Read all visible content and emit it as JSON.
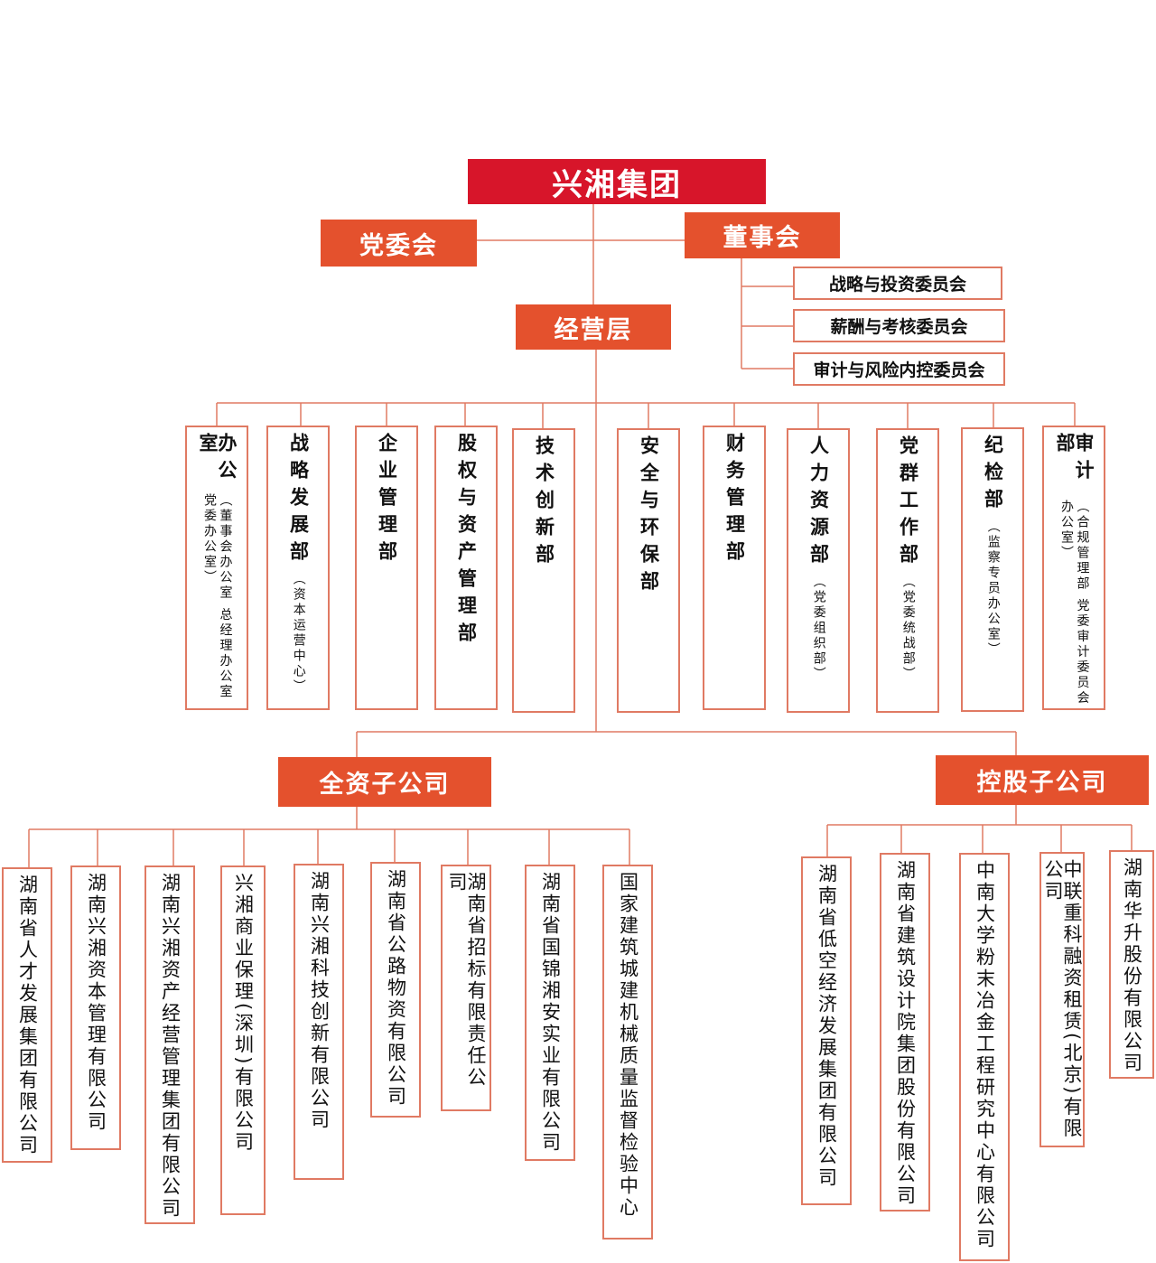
{
  "top": "兴湘集团",
  "party_committee": "党委会",
  "board": "董事会",
  "committees": [
    "战略与投资委员会",
    "薪酬与考核委员会",
    "审计与风险内控委员会"
  ],
  "management": "经营层",
  "departments": [
    {
      "name": "办公室",
      "sub": "（董事会办公室 总经理办公室 党委办公室）"
    },
    {
      "name": "战略发展部",
      "sub": "（资本运营中心）"
    },
    {
      "name": "企业管理部",
      "sub": ""
    },
    {
      "name": "股权与资产管理部",
      "sub": ""
    },
    {
      "name": "技术创新部",
      "sub": ""
    },
    {
      "name": "安全与环保部",
      "sub": ""
    },
    {
      "name": "财务管理部",
      "sub": ""
    },
    {
      "name": "人力资源部",
      "sub": "（党委组织部）"
    },
    {
      "name": "党群工作部",
      "sub": "（党委统战部）"
    },
    {
      "name": "纪检部",
      "sub": "（监察专员办公室）"
    },
    {
      "name": "审计部",
      "sub": "（合规管理部 党委审计委员会办公室）"
    }
  ],
  "wholly_owned": {
    "label": "全资子公司",
    "companies": [
      "湖南省人才发展集团有限公司",
      "湖南兴湘资本管理有限公司",
      "湖南兴湘资产经营管理集团有限公司",
      "兴湘商业保理(深圳)有限公司",
      "湖南兴湘科技创新有限公司",
      "湖南省公路物资有限公司",
      "湖南省招标有限责任公司",
      "湖南省国锦湘安实业有限公司",
      "国家建筑城建机械质量监督检验中心"
    ]
  },
  "holding": {
    "label": "控股子公司",
    "companies": [
      "湖南省低空经济发展集团有限公司",
      "湖南省建筑设计院集团股份有限公司",
      "中南大学粉末冶金工程研究中心有限公司",
      "中联重科融资租赁(北京)有限公司",
      "湖南华升股份有限公司"
    ]
  }
}
